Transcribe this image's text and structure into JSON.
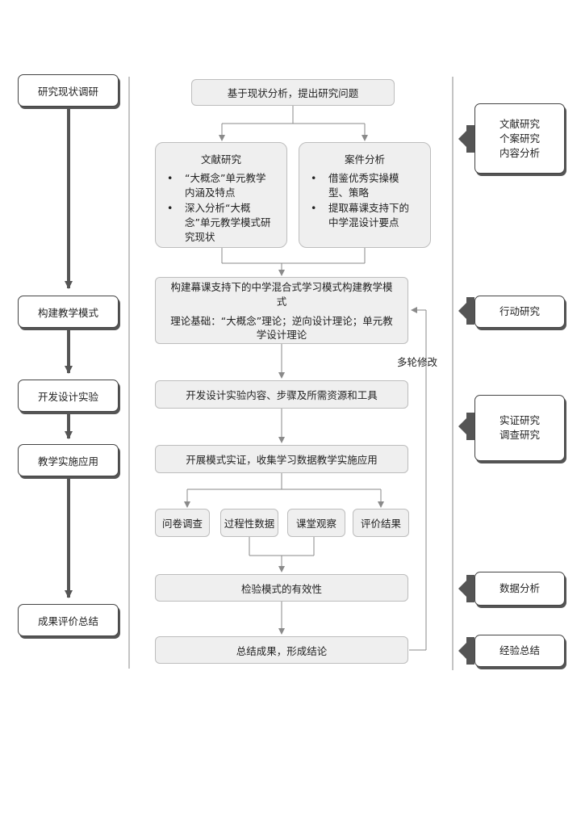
{
  "stages": [
    "研究现状调研",
    "构建教学模式",
    "开发设计实验",
    "教学实施应用",
    "成果评价总结"
  ],
  "main": {
    "top": "基于现状分析，提出研究问题",
    "lit": {
      "title": "文献研究",
      "items": [
        "“大概念”单元教学内涵及特点",
        "深入分析“大概念”单元教学模式研究现状"
      ]
    },
    "case": {
      "title": "案件分析",
      "items": [
        "借鉴优秀实操模型、策略",
        "提取幕课支持下的中学混设计要点"
      ]
    },
    "build_title": "构建幕课支持下的中学混合式学习模式构建教学模式",
    "build_basis": "理论基础：“大概念”理论；逆向设计理论；单元教学设计理论",
    "develop": "开发设计实验内容、步骤及所需资源和工具",
    "implement": "开展模式实证，收集学习数据教学实施应用",
    "data_items": [
      "问卷调查",
      "过程性数据",
      "课堂观察",
      "评价结果"
    ],
    "verify": "检验模式的有效性",
    "summary": "总结成果，形成结论",
    "loop_label": "多轮修改"
  },
  "methods": {
    "m1": [
      "文献研究",
      "个案研究",
      "内容分析"
    ],
    "m2": [
      "行动研究"
    ],
    "m3": [
      "实证研究",
      "调查研究"
    ],
    "m4": [
      "数据分析"
    ],
    "m5": [
      "经验总结"
    ]
  },
  "colors": {
    "box_fill": "#efefef",
    "box_border": "#bdbdbd",
    "arrow_gray": "#555555",
    "line_light": "#8a8a8a"
  }
}
